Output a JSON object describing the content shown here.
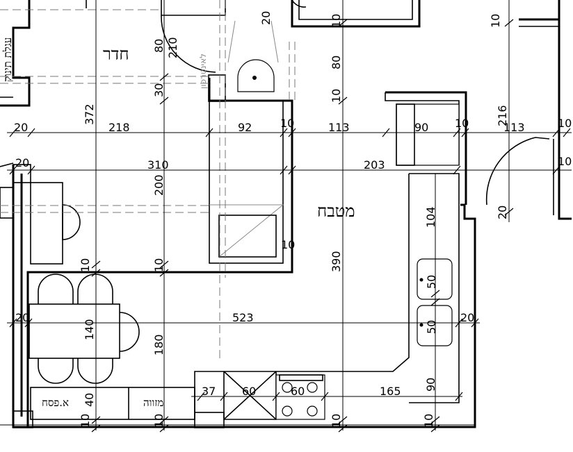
{
  "rooms": {
    "bedroom": "חדר",
    "kitchen": "מטבח",
    "baby_bed": "עגלת תינוק",
    "laundry": "לאינטרפון",
    "fuse_box": "א.פסח",
    "pantry": "מזווה"
  },
  "dims": {
    "d20a": "20",
    "d218": "218",
    "d92": "92",
    "d10a": "10",
    "d113a": "113",
    "d90a": "90",
    "d10b": "10",
    "d113b": "113",
    "d10c": "10",
    "d20b": "20",
    "d310": "310",
    "d203": "203",
    "d10d": "10",
    "d372": "372",
    "d80a": "80",
    "d210": "210",
    "d30": "30",
    "d20c": "20",
    "d80b": "80",
    "d10e": "10",
    "d10f": "10",
    "d216": "216",
    "d10g": "10",
    "d200": "200",
    "d10h": "10",
    "d104": "104",
    "d20d": "20",
    "d390": "390",
    "d50a": "50",
    "d50b": "50",
    "d10i": "10",
    "d10j": "10",
    "d20e": "20",
    "d523": "523",
    "d20f": "20",
    "d140": "140",
    "d180": "180",
    "d90b": "90",
    "d37": "37",
    "d60a": "60",
    "d60b": "60",
    "d165": "165",
    "d40": "40",
    "d10k": "10",
    "d10l": "10",
    "d10m": "10",
    "d10n": "10"
  }
}
